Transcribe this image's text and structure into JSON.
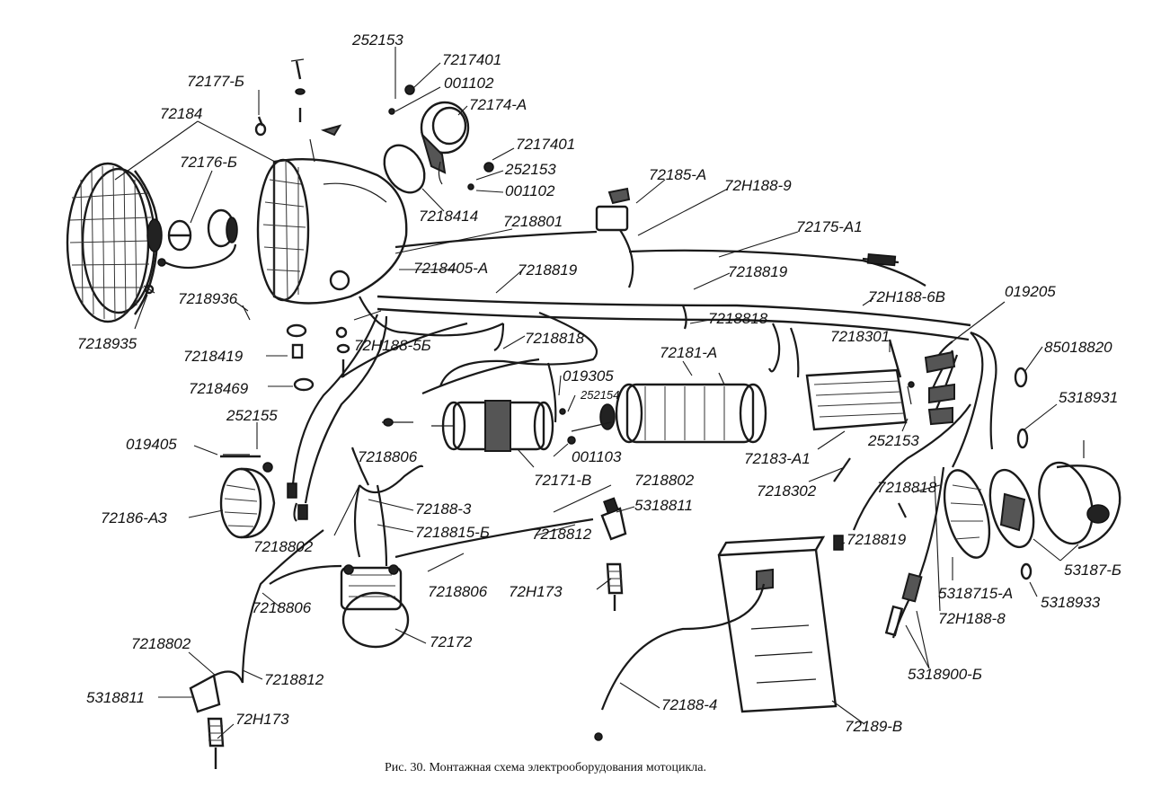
{
  "caption": "Рис. 30. Монтажная схема электрооборудования мотоцикла.",
  "labels": [
    "252153",
    "7217401",
    "001102",
    "72174-А",
    "72177-Б",
    "72184",
    "72176-Б",
    "7217401",
    "252153",
    "001102",
    "7218414",
    "72185-А",
    "72Н188-9",
    "7218801",
    "7218405-А",
    "72175-А1",
    "7218819",
    "7218819",
    "72Н188-6В",
    "019205",
    "7218936",
    "7218935",
    "7218818",
    "7218818",
    "7218419",
    "72Н188-5Б",
    "7218469",
    "72181-А",
    "7218301",
    "85018820",
    "019305",
    "252154",
    "252155",
    "5318931",
    "019405",
    "7218806",
    "001103",
    "72171-В",
    "72183-А1",
    "252153",
    "7218302",
    "72186-АЗ",
    "72188-3",
    "7218802",
    "5318811",
    "7218815-Б",
    "7218818",
    "7218802",
    "7218812",
    "7218819",
    "7218806",
    "72Н173",
    "5318715-А",
    "53187-Б",
    "7218806",
    "72172",
    "5318933",
    "72Н188-8",
    "7218802",
    "5318900-Б",
    "7218812",
    "5318811",
    "72188-4",
    "72Н173",
    "72189-В"
  ]
}
